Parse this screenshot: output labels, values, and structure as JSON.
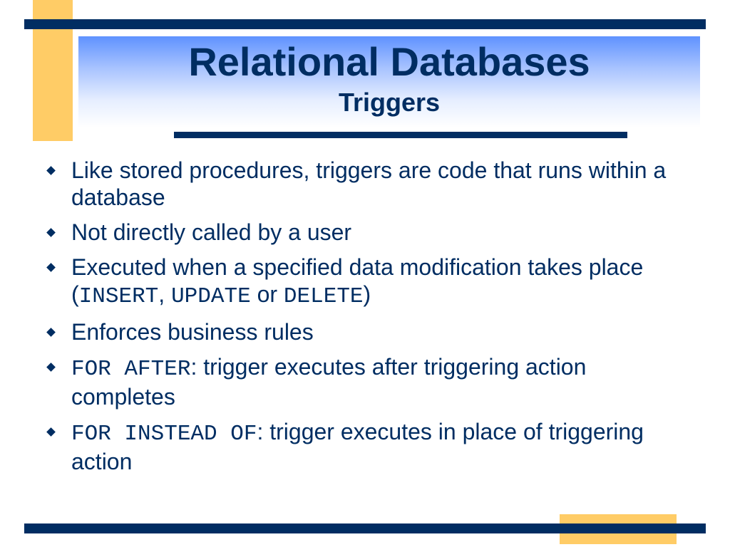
{
  "slide": {
    "title": "Relational Databases",
    "subtitle": "Triggers",
    "bullets": [
      {
        "text": "Like stored procedures, triggers are code that runs within a database"
      },
      {
        "text": "Not directly called by a user"
      },
      {
        "text_before": "Executed when a specified data modification takes place (",
        "code1": "INSERT",
        "sep1": ", ",
        "code2": "UPDATE",
        "sep2": " or ",
        "code3": "DELETE",
        "text_after": ")"
      },
      {
        "text": "Enforces business rules"
      },
      {
        "code": "FOR AFTER",
        "text": ": trigger executes after triggering action completes"
      },
      {
        "code": "FOR INSTEAD OF",
        "text": ": trigger executes in place of triggering action"
      }
    ],
    "bullet_icon": "diamond-bullet-icon"
  },
  "colors": {
    "primary_navy": "#002d62",
    "accent_gold": "#ffcc66",
    "title_gradient_top": "#5f92ff",
    "background": "#ffffff"
  }
}
